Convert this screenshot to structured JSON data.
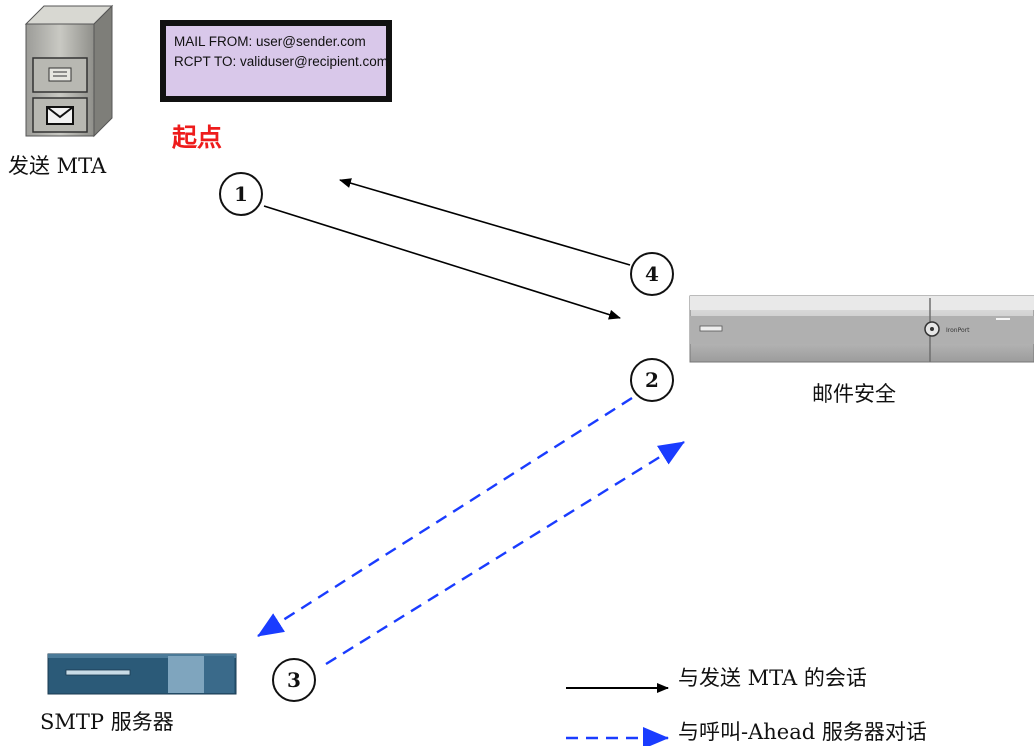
{
  "message": {
    "line1": "MAIL FROM: user@sender.com",
    "line2": "RCPT TO: validuser@recipient.com"
  },
  "start_label": "起点",
  "nodes": {
    "sending_mta": "发送 MTA",
    "email_security": "邮件安全",
    "smtp_server": "SMTP 服务器"
  },
  "steps": [
    "1",
    "2",
    "3",
    "4"
  ],
  "legend": {
    "solid": "与发送 MTA 的会话",
    "dashed": "与呼叫-Ahead 服务器对话"
  },
  "appliance_brand": "IronPort",
  "colors": {
    "solid_arrow": "#000000",
    "dashed_arrow": "#1a3cff",
    "start_label": "#ee1c1c",
    "message_box": "#d9c8ea"
  }
}
